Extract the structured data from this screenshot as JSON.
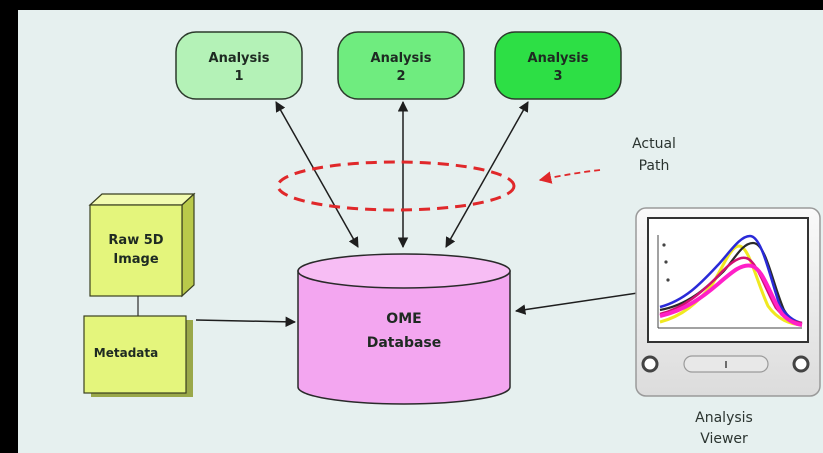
{
  "analyses": [
    {
      "line1": "Analysis",
      "line2": "1",
      "color": "#b4f2b7"
    },
    {
      "line1": "Analysis",
      "line2": "2",
      "color": "#6fec7f"
    },
    {
      "line1": "Analysis",
      "line2": "3",
      "color": "#2ddf45"
    }
  ],
  "database": {
    "line1": "OME",
    "line2": "Database",
    "color": "#f3a6f0"
  },
  "raw_image": {
    "line1": "Raw 5D",
    "line2": "Image",
    "color": "#e4f57c"
  },
  "metadata": {
    "label": "Metadata",
    "color": "#e4f57c"
  },
  "actual_path": {
    "line1": "Actual",
    "line2": "Path",
    "color": "#e0282a"
  },
  "viewer": {
    "line1": "Analysis",
    "line2": "Viewer"
  },
  "colors": {
    "background": "#e6f0ef",
    "frame": "#000000",
    "arrow": "#1e1e1e",
    "plot_lines": [
      "#ff20c8",
      "#f0e820",
      "#2a2ad8",
      "#d01070"
    ]
  }
}
